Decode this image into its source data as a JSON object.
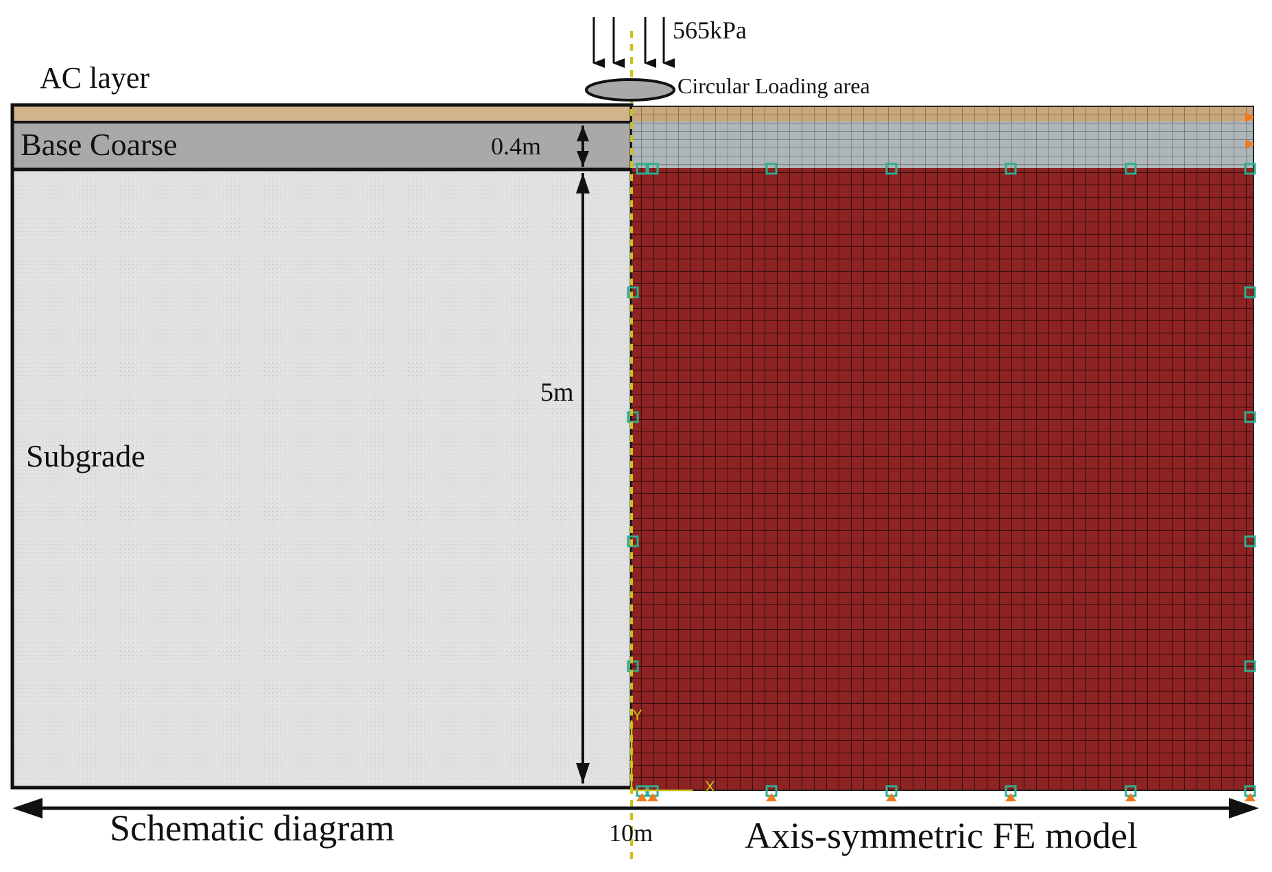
{
  "labels": {
    "ac_layer": "AC layer",
    "base_coarse": "Base Coarse",
    "subgrade": "Subgrade",
    "pressure": "565kPa",
    "loading_area": "Circular Loading area",
    "base_thickness": "0.4m",
    "subgrade_depth": "5m",
    "total_width": "10m",
    "schematic_caption": "Schematic diagram",
    "fe_caption": "Axis-symmetric FE model",
    "axis_y": "Y",
    "axis_x": "X"
  },
  "colors": {
    "ac_layer": "#d2b48c",
    "base_layer": "#a9a9a9",
    "subgrade": "#e3e3e3",
    "fe_ac": "#c8a77c",
    "fe_base": "#aeb6ba",
    "fe_subgrade": "#8e2323",
    "mesh_line": "#3a0e0e",
    "boundary_marker": "#2fae8c",
    "load_marker": "#f07a1c",
    "axis_line": "#c9c21a"
  },
  "icons": {
    "load_arrows": "down-arrow-icon",
    "roller_support": "square-boundary-icon",
    "pin_support": "triangle-support-icon"
  }
}
